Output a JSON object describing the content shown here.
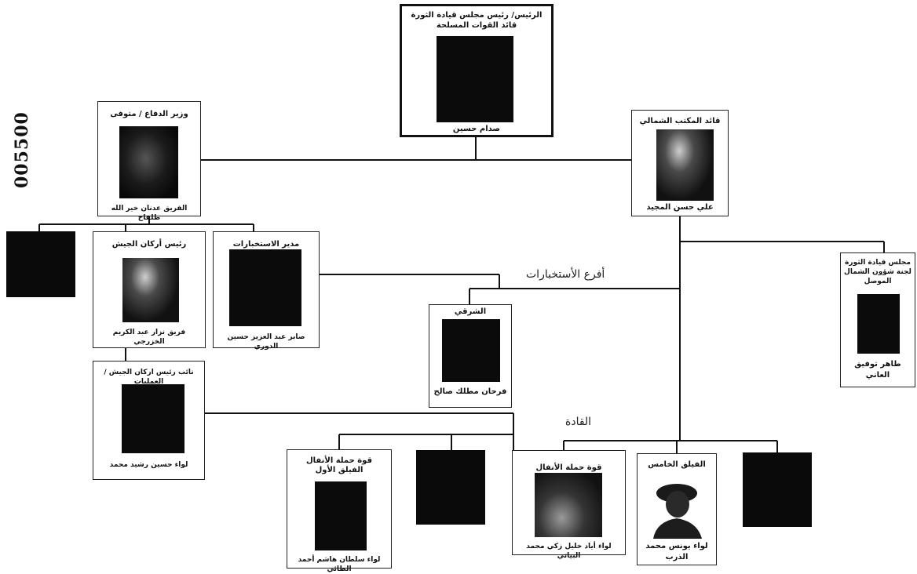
{
  "stamp_number": "005500",
  "boxes": {
    "president": {
      "title_line1": "الرئيس/ رئيس مجلس قيادة الثورة",
      "title_line2": "قائد القوات المسلحة",
      "name": "صدام حسين"
    },
    "defense_minister": {
      "title": "وزير الدفاع / متوفى",
      "name": "الفريق عدنان خير الله طلفاح"
    },
    "northern_bureau": {
      "title": "قائد المكتب الشمالي",
      "name": "علي حسن المجيد"
    },
    "chief_of_staff": {
      "title": "رئيس أركان الجيش",
      "name": "فريق نزار عبد الكريم الخزرجي"
    },
    "intelligence_director": {
      "title": "مدير الاستخبارات",
      "name": "صابر عبد العزيز حسين الدوري"
    },
    "northern_committee": {
      "title_line1": "مجلس قيادة الثورة",
      "title_line2": "لجنة شؤون الشمال",
      "title_line3": "الموصل",
      "name_line1": "طاهر توفيق",
      "name_line2": "العاني"
    },
    "eastern_branch": {
      "title": "الشرقي",
      "name": "فرحان مطلك صالح"
    },
    "deputy_chief": {
      "title": "نائب رئيس اركان الجيش / العمليات",
      "name": "لواء حسين رشيد محمد"
    },
    "first_corps": {
      "title_line1": "قوة حملة الأنفال",
      "title_line2": "الفيلق الأول",
      "name": "لواء سلطان هاشم أحمد الطائي"
    },
    "anfal_force": {
      "title": "قوة حملة الأنفال",
      "name": "لواء أياد خليل زكي محمد البياتي"
    },
    "fifth_corps": {
      "title": "الفيلق الخامس",
      "name_line1": "لواء يونس محمد",
      "name_line2": "الذرب"
    }
  },
  "labels": {
    "intelligence_branches": "أفرع الأستخبارات",
    "commanders": "القادة"
  }
}
